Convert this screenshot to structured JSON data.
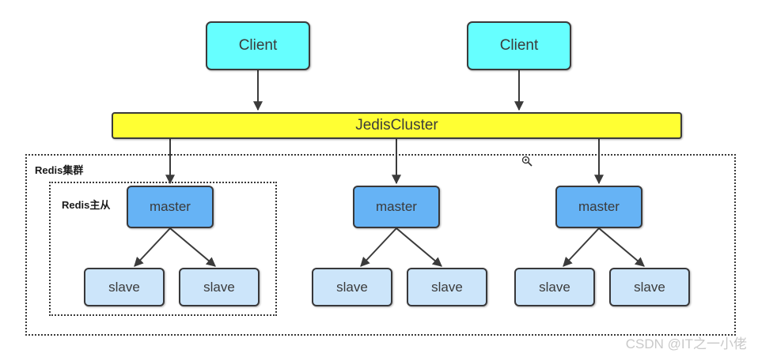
{
  "diagram": {
    "title": "Redis Cluster with JedisCluster architecture",
    "colors": {
      "client_fill": "#66ffff",
      "jedis_fill": "#ffff33",
      "master_fill": "#66b3f5",
      "slave_fill": "#cce5fa",
      "stroke": "#3b3b3b",
      "group_border": "#3a3a3a",
      "watermark": "#c9c9c9"
    },
    "clients": [
      {
        "label": "Client"
      },
      {
        "label": "Client"
      }
    ],
    "middleware": {
      "label": "JedisCluster"
    },
    "groups": {
      "cluster_label": "Redis集群",
      "replication_label": "Redis主从"
    },
    "shards": [
      {
        "master": {
          "label": "master"
        },
        "slaves": [
          {
            "label": "slave"
          },
          {
            "label": "slave"
          }
        ]
      },
      {
        "master": {
          "label": "master"
        },
        "slaves": [
          {
            "label": "slave"
          },
          {
            "label": "slave"
          }
        ]
      },
      {
        "master": {
          "label": "master"
        },
        "slaves": [
          {
            "label": "slave"
          },
          {
            "label": "slave"
          }
        ]
      }
    ],
    "watermark": "CSDN @IT之一小佬"
  }
}
